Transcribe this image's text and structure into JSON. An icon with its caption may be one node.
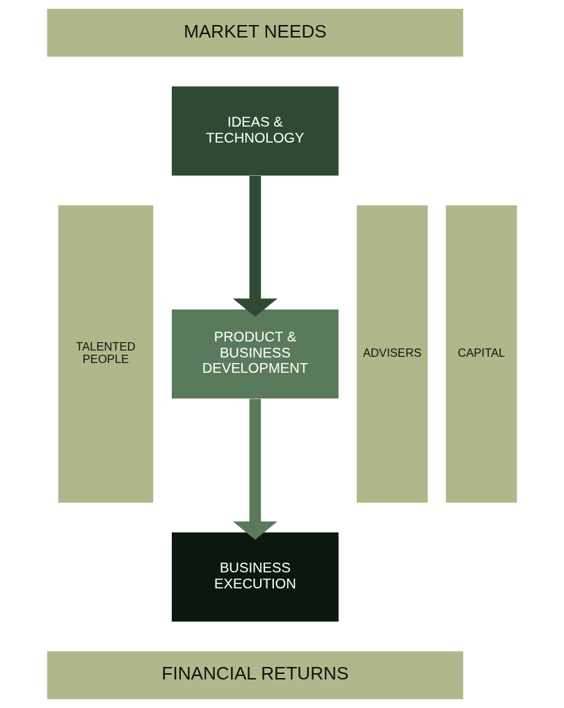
{
  "diagram": {
    "nodes": [
      {
        "text": [
          "MARKET NEEDS"
        ]
      },
      {
        "text": [
          "TALENTED PEOPLE"
        ]
      },
      {
        "text": [
          "IDEAS & TECHNOLOGY"
        ]
      },
      {
        "text": [
          "PRODUCT & BUSINESS DEVELOPMENT"
        ]
      },
      {
        "text": [
          "BUSINESS EXECUTION"
        ]
      },
      {
        "text": [
          "ADVISERS"
        ]
      },
      {
        "text": [
          "CAPITAL"
        ]
      },
      {
        "text": [
          "FINANCIAL RETURNS"
        ]
      }
    ],
    "edges": [
      {
        "from": 2,
        "to": 3,
        "arrow": "to",
        "color": "#2f4a32"
      },
      {
        "from": 3,
        "to": 4,
        "arrow": "to",
        "color": "#5a7a5c"
      }
    ]
  }
}
